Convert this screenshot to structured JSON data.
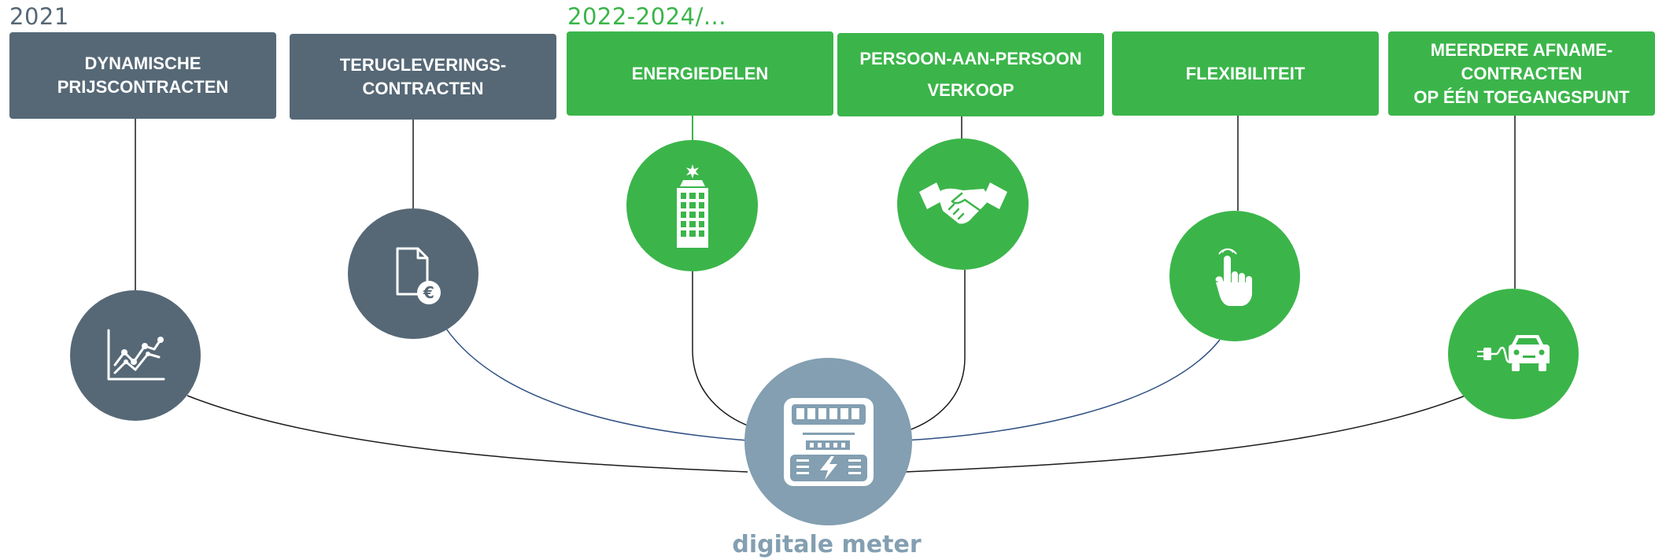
{
  "eras": {
    "first": "2021",
    "second": "2022-2024/..."
  },
  "colors": {
    "gray": "#566876",
    "green": "#3bb54a",
    "meter": "#839fb1",
    "blue_line": "#2e4f82",
    "black_line": "#1a1a1a"
  },
  "nodes": [
    {
      "label": "DYNAMISCHE\nPRIJSCONTRACTEN",
      "icon": "line-chart-icon",
      "group": "2021"
    },
    {
      "label": "TERUGLEVERINGS-\nCONTRACTEN",
      "icon": "euro-document-icon",
      "group": "2021"
    },
    {
      "label": "ENERGIEDELEN",
      "icon": "building-solar-icon",
      "group": "2022-2024/..."
    },
    {
      "label": "PERSOON-AAN-PERSOON\nVERKOOP",
      "icon": "handshake-icon",
      "group": "2022-2024/..."
    },
    {
      "label": "FLEXIBILITEIT",
      "icon": "pointing-hand-icon",
      "group": "2022-2024/..."
    },
    {
      "label": "MEERDERE AFNAME-\nCONTRACTEN\nOP ÉÉN TOEGANGSPUNT",
      "icon": "ev-car-plug-icon",
      "group": "2022-2024/..."
    }
  ],
  "center": {
    "label": "digitale meter",
    "icon": "digital-meter-icon"
  }
}
